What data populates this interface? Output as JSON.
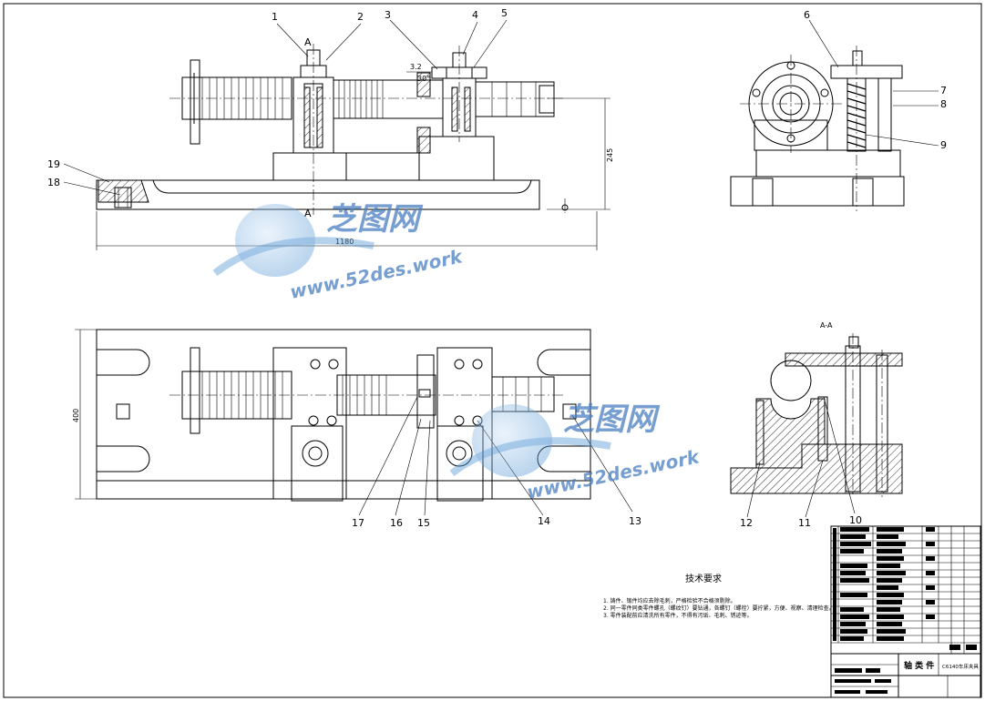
{
  "drawing": {
    "dimensions": {
      "length": "1180",
      "height": "245",
      "width": "400"
    },
    "surface_mark": {
      "ra": "3.2",
      "angle": "30°"
    },
    "section_marker": "A",
    "section_title": "A-A",
    "tech_req": {
      "title": "技术要求",
      "items": [
        "1. 铸件、锻件均应去除毛刺，严格检验不合格须剔除。",
        "2. 同一零件同类零件螺孔（螺纹钉）要钻通，各螺钉（螺栓）要拧紧，方便、视察、清理检查。",
        "3. 零件装配前应清洗所有零件，不得有污垢、毛刺、锈迹等。"
      ]
    },
    "title_block": {
      "name": "轴 类 件",
      "drawing_no": "C6140车床夹具"
    },
    "parts": [
      "1",
      "2",
      "3",
      "4",
      "5",
      "6",
      "7",
      "8",
      "9",
      "10",
      "11",
      "12",
      "13",
      "14",
      "15",
      "16",
      "17",
      "18",
      "19"
    ],
    "watermark": {
      "brand": "芝图网",
      "url": "www.52des.work"
    }
  }
}
